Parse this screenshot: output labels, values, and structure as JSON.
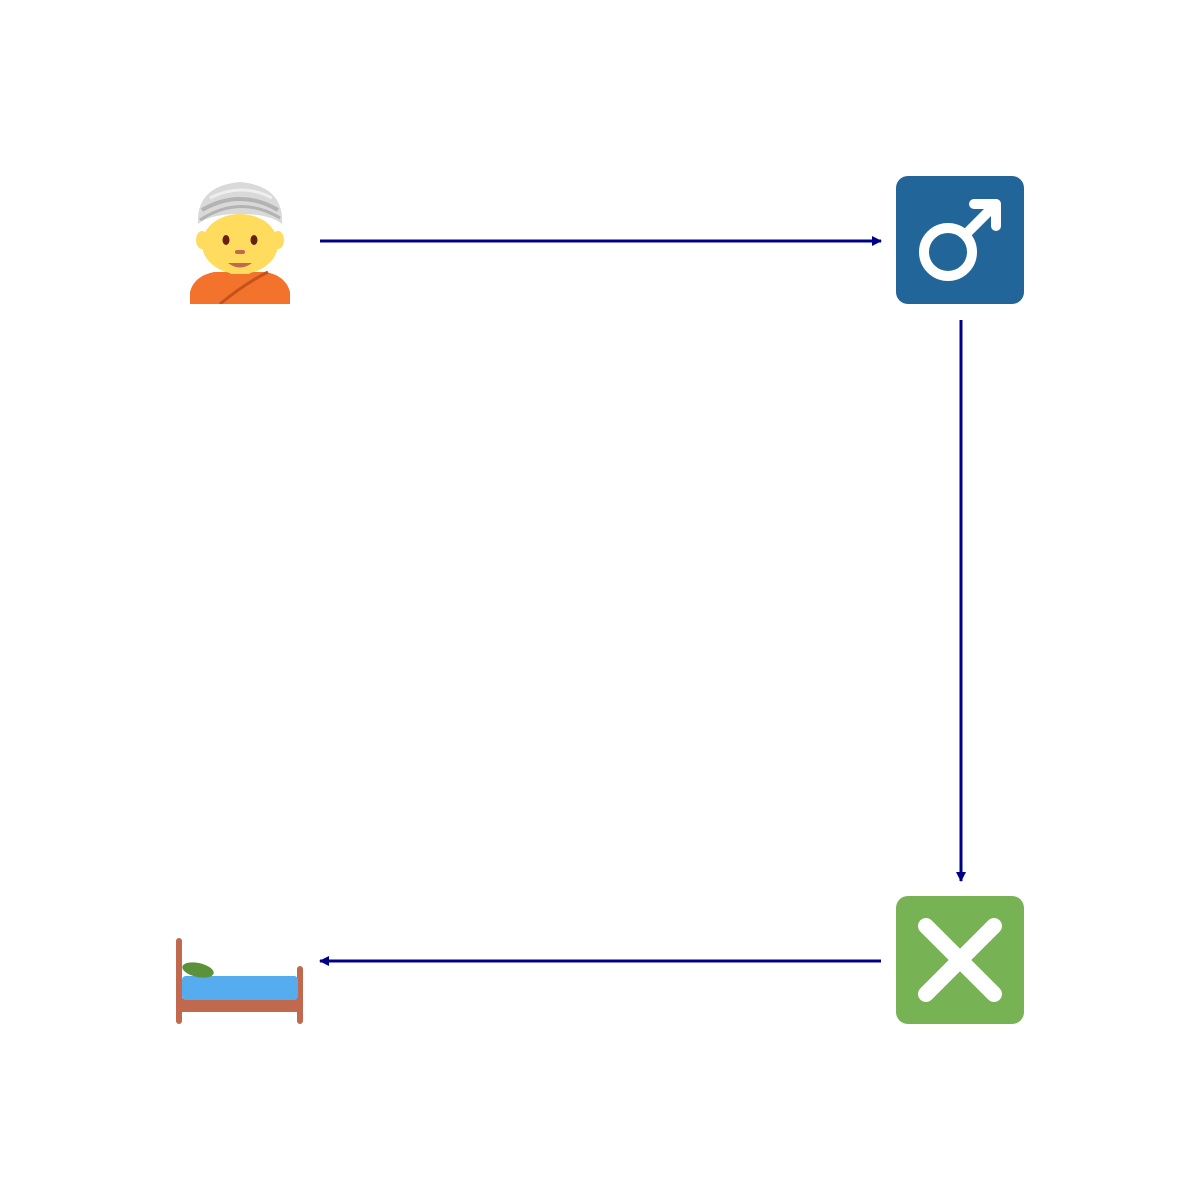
{
  "nodes": [
    {
      "id": "person",
      "icon": "person-wearing-turban-icon"
    },
    {
      "id": "male",
      "icon": "male-sign-icon"
    },
    {
      "id": "cross",
      "icon": "cross-mark-button-icon"
    },
    {
      "id": "bed",
      "icon": "bed-icon"
    }
  ],
  "edges": [
    {
      "from": "person",
      "to": "male"
    },
    {
      "from": "male",
      "to": "cross"
    },
    {
      "from": "cross",
      "to": "bed"
    }
  ],
  "colors": {
    "arrow": "#00008b",
    "male_bg": "#226699",
    "cross_bg": "#77b255",
    "turban": "#d9d9d9",
    "skin": "#ffdc5d",
    "robe": "#f4732c",
    "bed_frame": "#c1694f",
    "mattress": "#55acee",
    "pillow": "#5c913b"
  }
}
